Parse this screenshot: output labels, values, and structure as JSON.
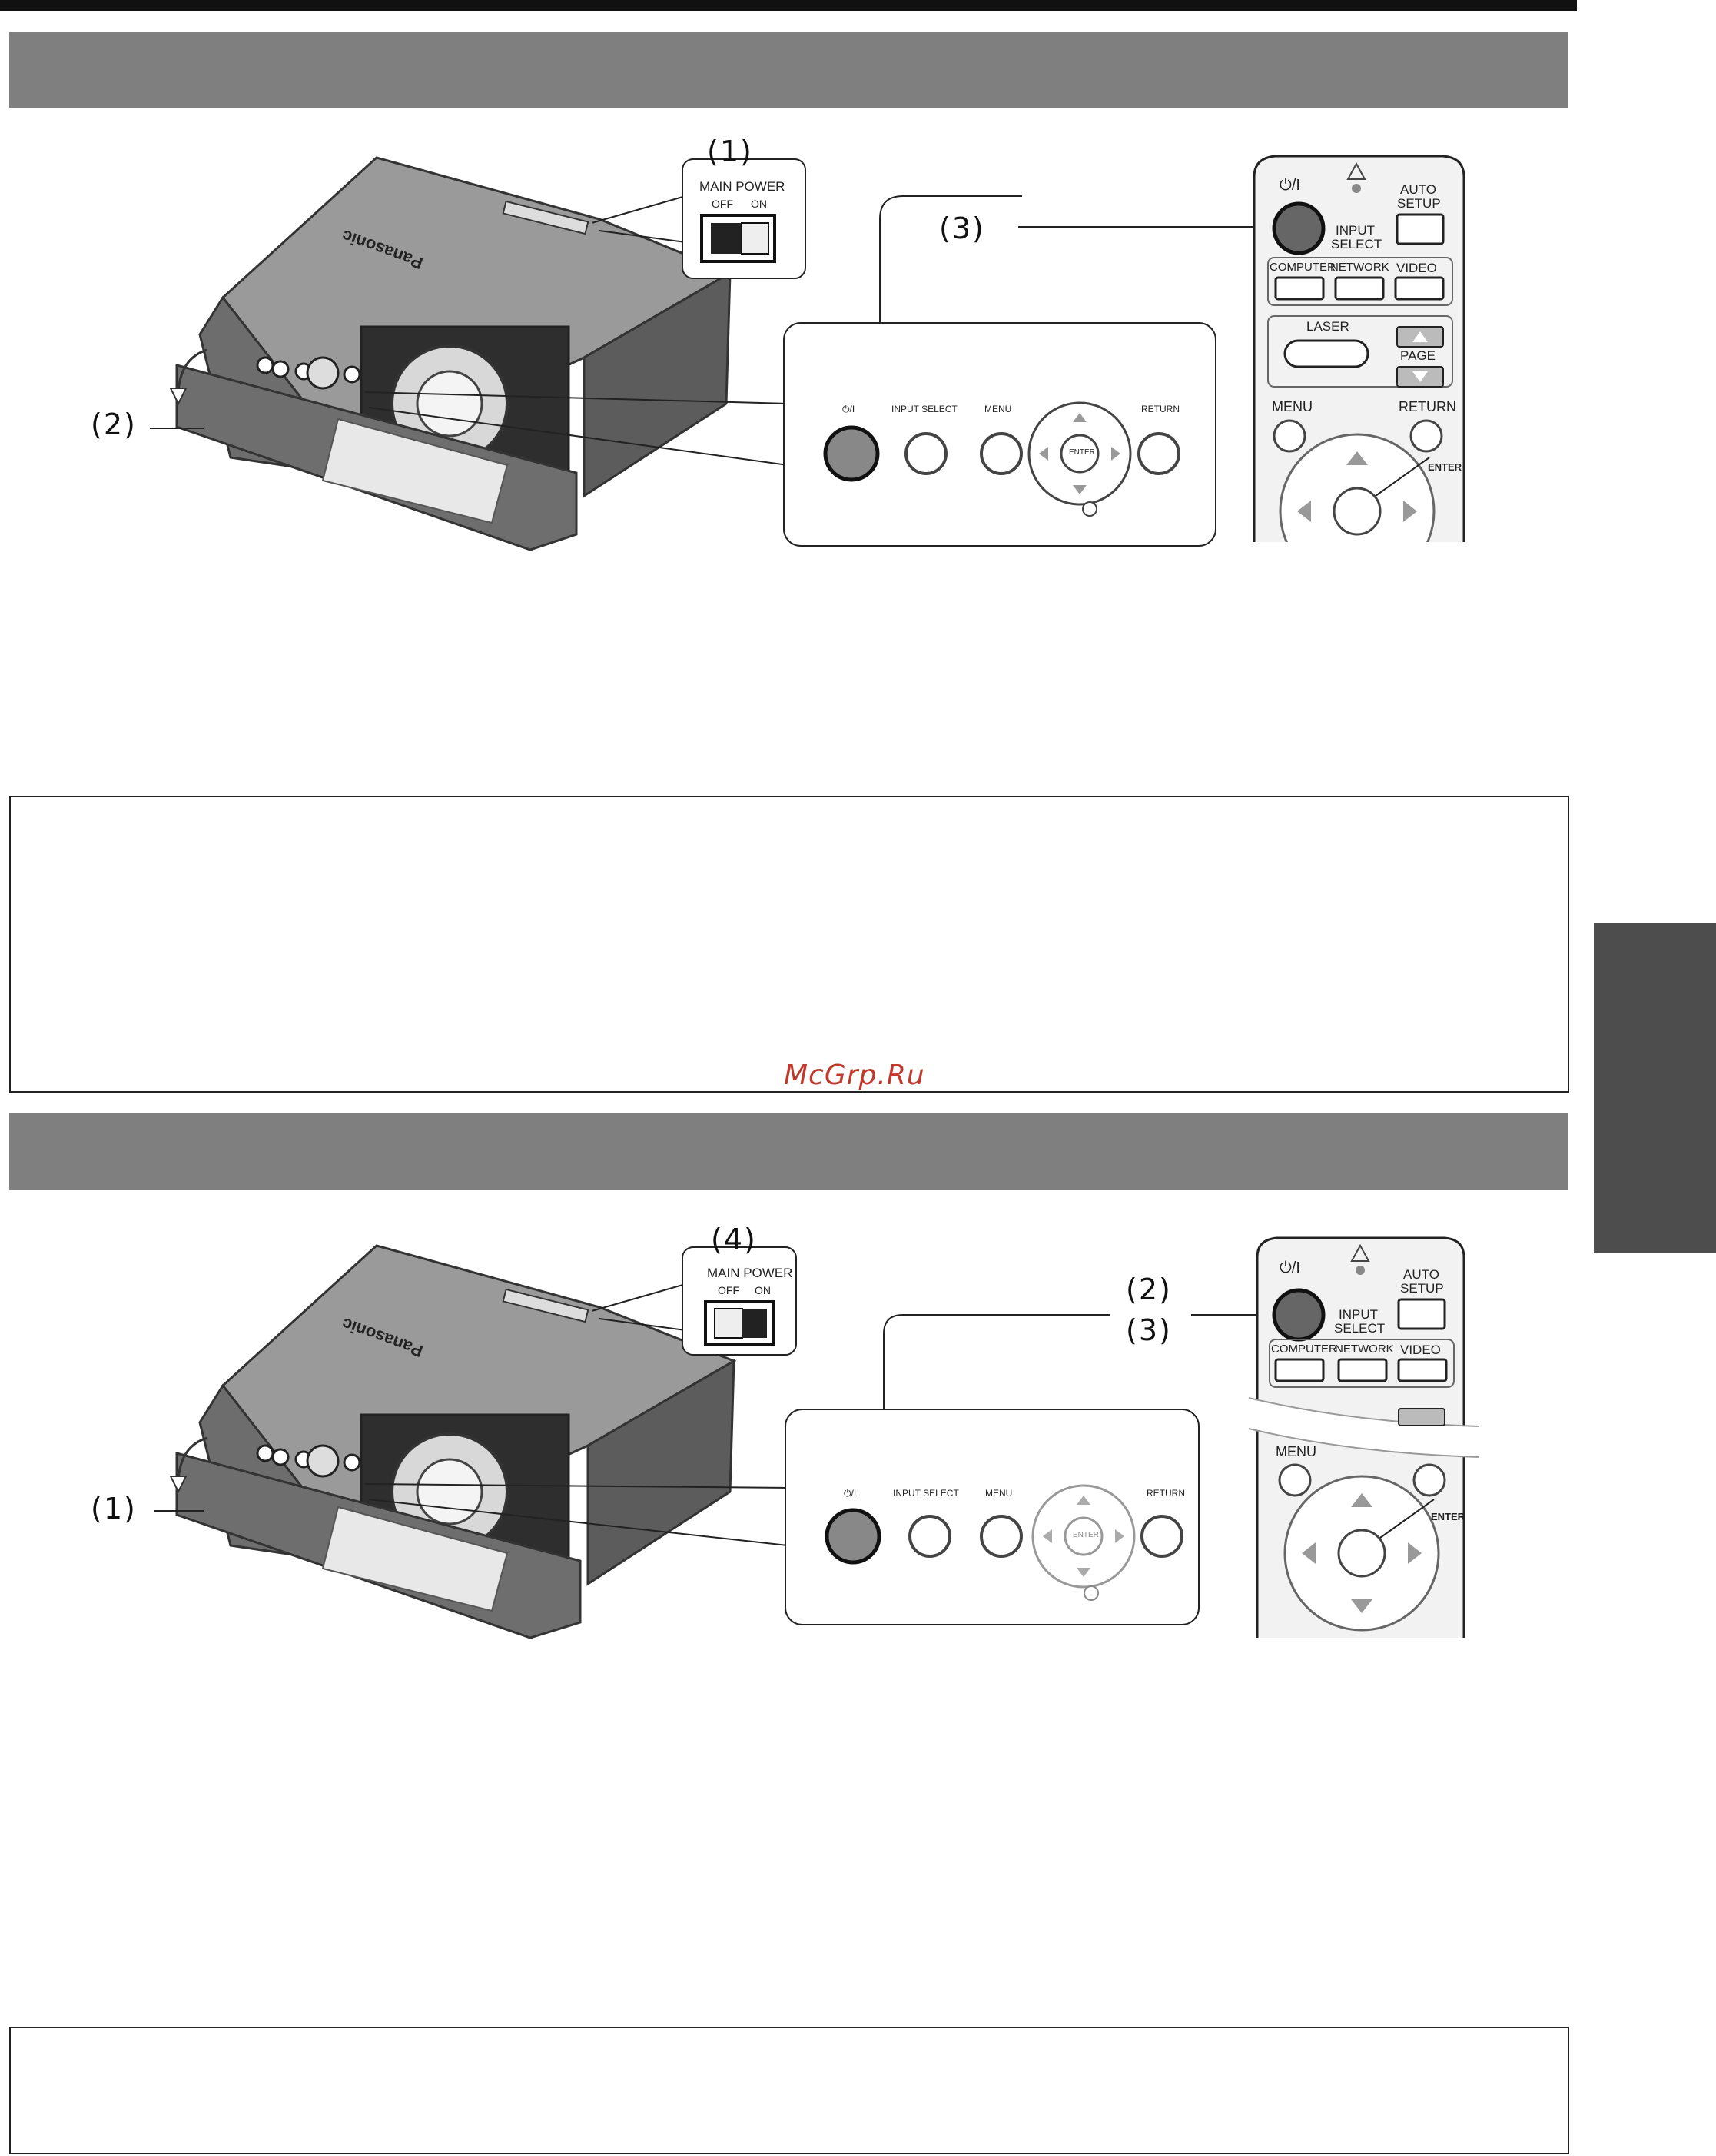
{
  "watermark": "McGrp.Ru",
  "figure1": {
    "callouts": [
      "(1)",
      "(2)",
      "(3)"
    ],
    "switch": {
      "title": "MAIN POWER",
      "off": "OFF",
      "on": "ON"
    },
    "panel": {
      "power": "⏻/I",
      "input_select": "INPUT SELECT",
      "menu": "MENU",
      "enter": "ENTER",
      "return": "RETURN"
    },
    "brand": "Panasonic",
    "remote": {
      "power": "⏻/I",
      "auto_setup_1": "AUTO",
      "auto_setup_2": "SETUP",
      "input_select_1": "INPUT",
      "input_select_2": "SELECT",
      "computer": "COMPUTER",
      "network": "NETWORK",
      "video": "VIDEO",
      "laser": "LASER",
      "page": "PAGE",
      "menu": "MENU",
      "return": "RETURN",
      "enter": "ENTER"
    }
  },
  "figure2": {
    "callouts": [
      "(4)",
      "(1)",
      "(2)",
      "(3)"
    ],
    "switch": {
      "title": "MAIN POWER",
      "off": "OFF",
      "on": "ON"
    },
    "panel": {
      "power": "⏻/I",
      "input_select": "INPUT SELECT",
      "menu": "MENU",
      "enter": "ENTER",
      "return": "RETURN"
    },
    "brand": "Panasonic",
    "remote": {
      "power": "⏻/I",
      "auto_setup_1": "AUTO",
      "auto_setup_2": "SETUP",
      "input_select_1": "INPUT",
      "input_select_2": "SELECT",
      "computer": "COMPUTER",
      "network": "NETWORK",
      "video": "VIDEO",
      "menu": "MENU",
      "enter": "ENTER"
    }
  }
}
